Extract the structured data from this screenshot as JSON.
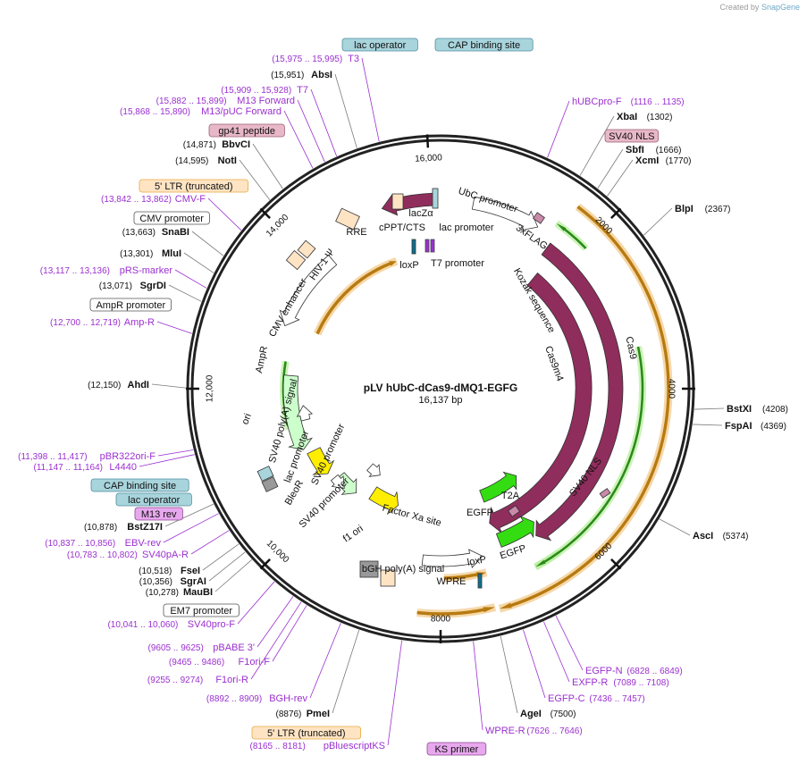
{
  "credit": {
    "prefix": "Created by",
    "brand": "SnapGene"
  },
  "plasmid": {
    "name": "pLV hUbC-dCas9-dMQ1-EGFG",
    "size": "16,137 bp"
  },
  "colors": {
    "primer": "#9b30d0",
    "site": "#111111",
    "leader": "#7a7a7a",
    "cds": "#8f2d5c",
    "egfp": "#33dd11",
    "ori": "#ffee00",
    "ampr": "#ccffcc",
    "ltr_fill": "#ffe4c4",
    "ltr_outline": "#e8a840",
    "aqua": "#a8d4dc",
    "pink": "#e8b8c8",
    "violet": "#e8a8ee",
    "polyA": "#999999",
    "green_dark": "#2a8a1a"
  },
  "ticks": [
    "2000",
    "4000",
    "6000",
    "8000",
    "10,000",
    "12,000",
    "14,000",
    "16,000"
  ],
  "labels_left": [
    {
      "pos": "(15,975 .. 15,995)",
      "name": "T3",
      "kind": "primer"
    },
    {
      "pos": "(15,951)",
      "name": "AbsI",
      "kind": "site"
    },
    {
      "pos": "(15,909 .. 15,928)",
      "name": "T7",
      "kind": "primer"
    },
    {
      "pos": "(15,882 .. 15,899)",
      "name": "M13 Forward",
      "kind": "primer"
    },
    {
      "pos": "(15,868 .. 15,890)",
      "name": "M13/pUC Forward",
      "kind": "primer"
    },
    {
      "pos": "(14,871)",
      "name": "BbvCI",
      "kind": "site"
    },
    {
      "pos": "(14,595)",
      "name": "NotI",
      "kind": "site"
    },
    {
      "pos": "(13,842 .. 13,862)",
      "name": "CMV-F",
      "kind": "primer"
    },
    {
      "pos": "(13,663)",
      "name": "SnaBI",
      "kind": "site"
    },
    {
      "pos": "(13,301)",
      "name": "MluI",
      "kind": "site"
    },
    {
      "pos": "(13,117 .. 13,136)",
      "name": "pRS-marker",
      "kind": "primer"
    },
    {
      "pos": "(13,071)",
      "name": "SgrDI",
      "kind": "site"
    },
    {
      "pos": "(12,700 .. 12,719)",
      "name": "Amp-R",
      "kind": "primer"
    },
    {
      "pos": "(12,150)",
      "name": "AhdI",
      "kind": "site"
    },
    {
      "pos": "(11,398 .. 11,417)",
      "name": "pBR322ori-F",
      "kind": "primer"
    },
    {
      "pos": "(11,147 .. 11,164)",
      "name": "L4440",
      "kind": "primer"
    },
    {
      "pos": "(10,878)",
      "name": "BstZ17I",
      "kind": "site"
    },
    {
      "pos": "(10,837 .. 10,856)",
      "name": "EBV-rev",
      "kind": "primer"
    },
    {
      "pos": "(10,783 .. 10,802)",
      "name": "SV40pA-R",
      "kind": "primer"
    },
    {
      "pos": "(10,518)",
      "name": "FseI",
      "kind": "site"
    },
    {
      "pos": "(10,356)",
      "name": "SgrAI",
      "kind": "site"
    },
    {
      "pos": "(10,278)",
      "name": "MauBI",
      "kind": "site"
    },
    {
      "pos": "(10,041 .. 10,060)",
      "name": "SV40pro-F",
      "kind": "primer"
    },
    {
      "pos": "(9605 .. 9625)",
      "name": "pBABE 3'",
      "kind": "primer"
    },
    {
      "pos": "(9465 .. 9486)",
      "name": "F1ori-F",
      "kind": "primer"
    },
    {
      "pos": "(9255 .. 9274)",
      "name": "F1ori-R",
      "kind": "primer"
    },
    {
      "pos": "(8892 .. 8909)",
      "name": "BGH-rev",
      "kind": "primer"
    },
    {
      "pos": "(8876)",
      "name": "PmeI",
      "kind": "site"
    },
    {
      "pos": "(8165 .. 8181)",
      "name": "pBluescriptKS",
      "kind": "primer"
    }
  ],
  "labels_right": [
    {
      "name": "hUBCpro-F",
      "pos": "(1116 .. 1135)",
      "kind": "primer"
    },
    {
      "name": "XbaI",
      "pos": "(1302)",
      "kind": "site"
    },
    {
      "name": "SbfI",
      "pos": "(1666)",
      "kind": "site"
    },
    {
      "name": "XcmI",
      "pos": "(1770)",
      "kind": "site"
    },
    {
      "name": "BlpI",
      "pos": "(2367)",
      "kind": "site"
    },
    {
      "name": "BstXI",
      "pos": "(4208)",
      "kind": "site"
    },
    {
      "name": "FspAI",
      "pos": "(4369)",
      "kind": "site"
    },
    {
      "name": "AscI",
      "pos": "(5374)",
      "kind": "site"
    },
    {
      "name": "EGFP-N",
      "pos": "(6828 .. 6849)",
      "kind": "primer"
    },
    {
      "name": "EXFP-R",
      "pos": "(7089 .. 7108)",
      "kind": "primer"
    },
    {
      "name": "EGFP-C",
      "pos": "(7436 .. 7457)",
      "kind": "primer"
    },
    {
      "name": "AgeI",
      "pos": "(7500)",
      "kind": "site"
    },
    {
      "name": "WPRE-R",
      "pos": "(7626 .. 7646)",
      "kind": "primer"
    }
  ],
  "boxed_labels": [
    {
      "text": "lac operator",
      "style": "aqua"
    },
    {
      "text": "CAP binding site",
      "style": "aqua"
    },
    {
      "text": "gp41 peptide",
      "style": "pink"
    },
    {
      "text": "5' LTR (truncated)",
      "style": "ltr"
    },
    {
      "text": "CMV promoter",
      "style": "white"
    },
    {
      "text": "AmpR promoter",
      "style": "white"
    },
    {
      "text": "SV40 NLS",
      "style": "pink"
    },
    {
      "text": "CAP binding site",
      "style": "aqua"
    },
    {
      "text": "lac operator",
      "style": "aqua"
    },
    {
      "text": "M13 rev",
      "style": "violet"
    },
    {
      "text": "EM7 promoter",
      "style": "white"
    },
    {
      "text": "5' LTR (truncated)",
      "style": "ltr"
    },
    {
      "text": "KS primer",
      "style": "violet"
    }
  ],
  "inner_labels": [
    "UbC promoter",
    "lacZα",
    "lac promoter",
    "cPPT/CTS",
    "RRE",
    "HIV-1 Ψ",
    "loxP",
    "T7 promoter",
    "3xFLAG",
    "Kozak sequence",
    "Cas9m4",
    "Cas9",
    "SV40 NLS",
    "CMV enhancer",
    "AmpR",
    "ori",
    "SV40 poly(A) signal",
    "lac promoter",
    "SV40 promoter",
    "BleoR",
    "SV40 promoter",
    "f1 ori",
    "bGH poly(A) signal",
    "Factor Xa site",
    "EGFP",
    "T2A",
    "EGFP",
    "loxP",
    "WPRE"
  ]
}
